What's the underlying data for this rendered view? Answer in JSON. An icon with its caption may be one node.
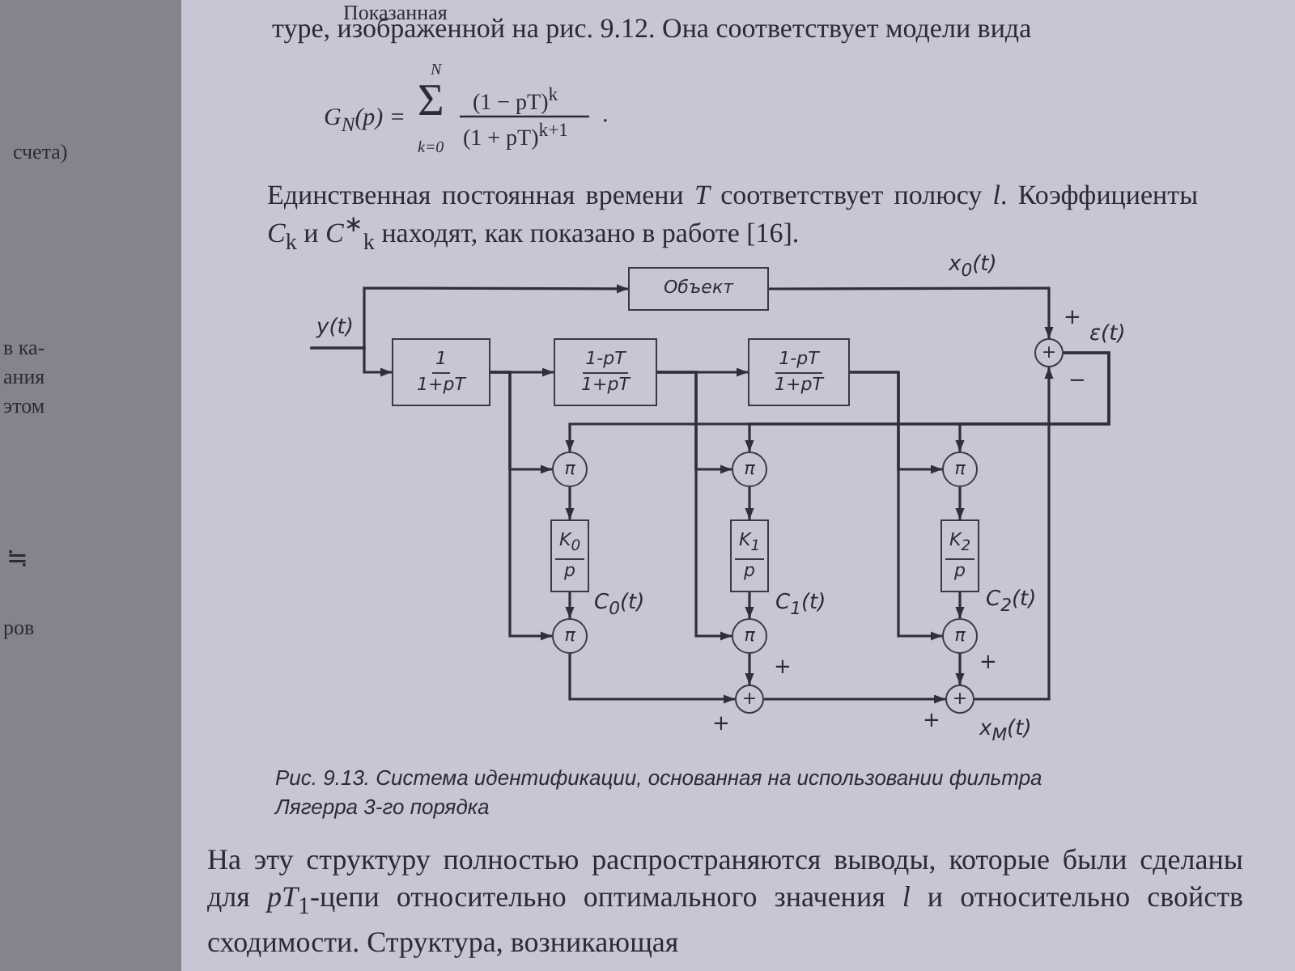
{
  "diagram": {
    "caption": "Рис. 9.13. Система идентификации, основанная на использовании фильтра Лягерра 3-го порядка",
    "nodes": [
      {
        "text": [
          "y(t)"
        ]
      },
      {
        "text": [
          "Объект"
        ]
      },
      {
        "text": [
          "1",
          "1+pT"
        ]
      },
      {
        "text": [
          "1-pT",
          "1+pT"
        ]
      },
      {
        "text": [
          "1-pT",
          "1+pT"
        ]
      },
      {
        "text": [
          "+"
        ]
      },
      {
        "text": [
          "π"
        ]
      },
      {
        "text": [
          "π"
        ]
      },
      {
        "text": [
          "π"
        ]
      },
      {
        "text": [
          "K$_{0}$",
          "p"
        ]
      },
      {
        "text": [
          "K$_{1}$",
          "p"
        ]
      },
      {
        "text": [
          "K$_{2}$",
          "p"
        ]
      },
      {
        "text": [
          "π"
        ]
      },
      {
        "text": [
          "π"
        ]
      },
      {
        "text": [
          "π"
        ]
      },
      {
        "text": [
          "+"
        ]
      },
      {
        "text": [
          "+"
        ]
      }
    ],
    "edges": [
      {
        "from": 0,
        "to": 1,
        "arrow": "to"
      },
      {
        "from": 0,
        "to": 2,
        "arrow": "to"
      },
      {
        "from": 1,
        "to": 5,
        "arrow": "to",
        "label": "x$_{0}$(t)"
      },
      {
        "from": 2,
        "to": 3,
        "arrow": "to"
      },
      {
        "from": 3,
        "to": 4,
        "arrow": "to"
      },
      {
        "from": 2,
        "to": 6,
        "arrow": "to"
      },
      {
        "from": 2,
        "to": 12,
        "arrow": "to"
      },
      {
        "from": 3,
        "to": 7,
        "arrow": "to"
      },
      {
        "from": 3,
        "to": 13,
        "arrow": "to"
      },
      {
        "from": 4,
        "to": 8,
        "arrow": "to"
      },
      {
        "from": 4,
        "to": 14,
        "arrow": "to"
      },
      {
        "from": 5,
        "to": 6,
        "arrow": "to",
        "label": "ε(t)"
      },
      {
        "from": 5,
        "to": 7,
        "arrow": "to"
      },
      {
        "from": 5,
        "to": 8,
        "arrow": "to"
      },
      {
        "from": 6,
        "to": 9,
        "arrow": "to"
      },
      {
        "from": 7,
        "to": 10,
        "arrow": "to"
      },
      {
        "from": 8,
        "to": 11,
        "arrow": "to"
      },
      {
        "from": 9,
        "to": 12,
        "arrow": "to",
        "label": "C$_{0}$(t)"
      },
      {
        "from": 10,
        "to": 13,
        "arrow": "to",
        "label": "C$_{1}$(t)"
      },
      {
        "from": 11,
        "to": 14,
        "arrow": "to",
        "label": "C$_{2}$(t)"
      },
      {
        "from": 12,
        "to": 15,
        "arrow": "to"
      },
      {
        "from": 13,
        "to": 15,
        "arrow": "to"
      },
      {
        "from": 15,
        "to": 16,
        "arrow": "to"
      },
      {
        "from": 14,
        "to": 16,
        "arrow": "to"
      },
      {
        "from": 16,
        "to": 5,
        "arrow": "to",
        "label": "x$_{M}$(t)"
      }
    ],
    "labels": [
      "Показанная",
      "туре, изображенной на рис. 9.12. Она соответствует модели вида",
      "G$_{N}$(p) =",
      "N",
      "Σ",
      "k=0",
      "(1 − pT)$^{k}$",
      "(1 + pT)$^{k+1}$",
      ".",
      "Единственная постоянная времени *T* соответствует полюсу *l*. Коэффициенты *C*$_{k}$ и *C*$^{∗}$$_{k}$ находят, как показано в работе [16].",
      "+",
      "−",
      "+",
      "+",
      "+",
      "+",
      "счета)",
      "в ка-",
      "ания",
      "этом",
      "≒",
      "ров",
      "На эту структуру полностью распространяются выводы, которые были сделаны для *pT*$_{1}$-цепи относительно оптимального значения *l* и относительно свойств сходимости. Структура, возникающая"
    ]
  }
}
